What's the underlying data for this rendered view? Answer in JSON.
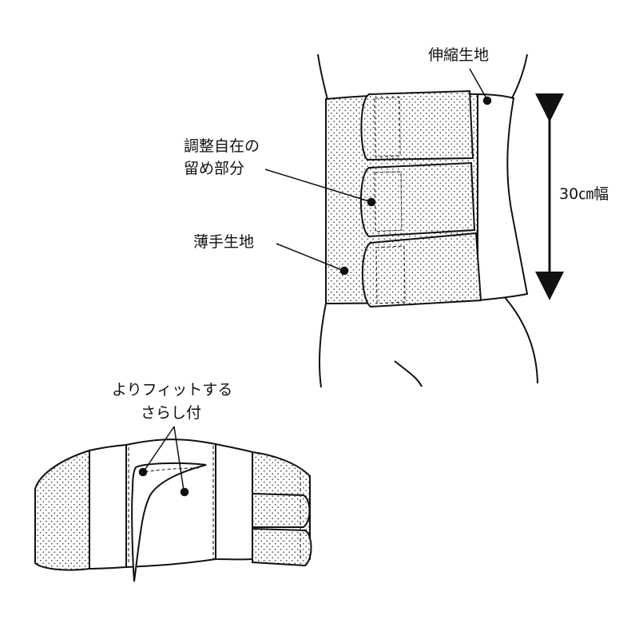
{
  "labels": {
    "stretch_fabric": "伸縮生地",
    "adjustable_fastener_line1": "調整自在の",
    "adjustable_fastener_line2": "留め部分",
    "thin_fabric": "薄手生地",
    "width": "30㎝幅",
    "sarashi_line1": "よりフィットする",
    "sarashi_line2": "さらし付"
  },
  "colors": {
    "line": "#111111",
    "pattern_dot": "#444444",
    "paper": "#ffffff"
  }
}
